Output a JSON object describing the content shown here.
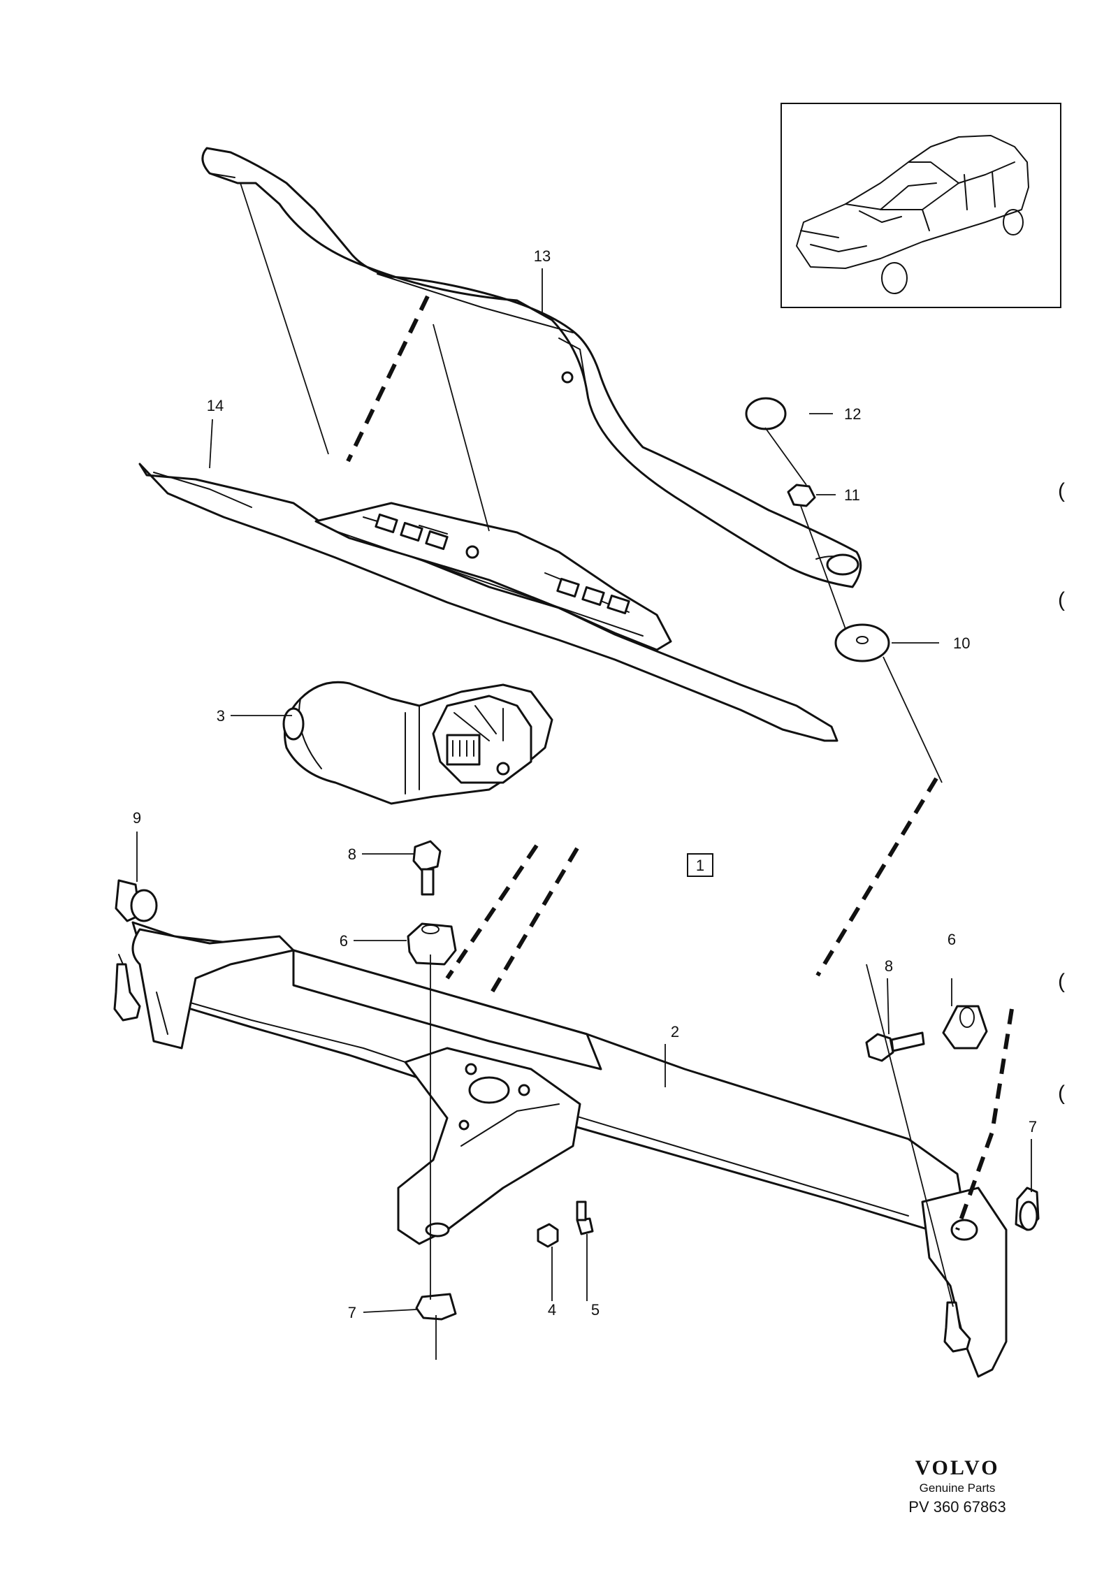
{
  "callouts": [
    {
      "id": "13",
      "text": "13"
    },
    {
      "id": "14",
      "text": "14"
    },
    {
      "id": "12",
      "text": "12"
    },
    {
      "id": "11",
      "text": "11"
    },
    {
      "id": "10",
      "text": "10"
    },
    {
      "id": "3",
      "text": "3"
    },
    {
      "id": "9",
      "text": "9"
    },
    {
      "id": "8a",
      "text": "8"
    },
    {
      "id": "6a",
      "text": "6"
    },
    {
      "id": "1",
      "text": "1"
    },
    {
      "id": "8b",
      "text": "8"
    },
    {
      "id": "6b",
      "text": "6"
    },
    {
      "id": "2",
      "text": "2"
    },
    {
      "id": "7a",
      "text": "7"
    },
    {
      "id": "7b",
      "text": "7"
    },
    {
      "id": "4",
      "text": "4"
    },
    {
      "id": "5",
      "text": "5"
    }
  ],
  "brand": {
    "logo": "VOLVO",
    "subtitle": "Genuine Parts",
    "code": "PV 360 67863"
  },
  "side_marks": [
    "(",
    "(",
    "(",
    "("
  ],
  "icons": [
    "car-thumbnail-icon",
    "wiper-arm-icon",
    "wiper-blade-icon",
    "wiper-motor-icon",
    "wiper-linkage-frame-icon"
  ]
}
